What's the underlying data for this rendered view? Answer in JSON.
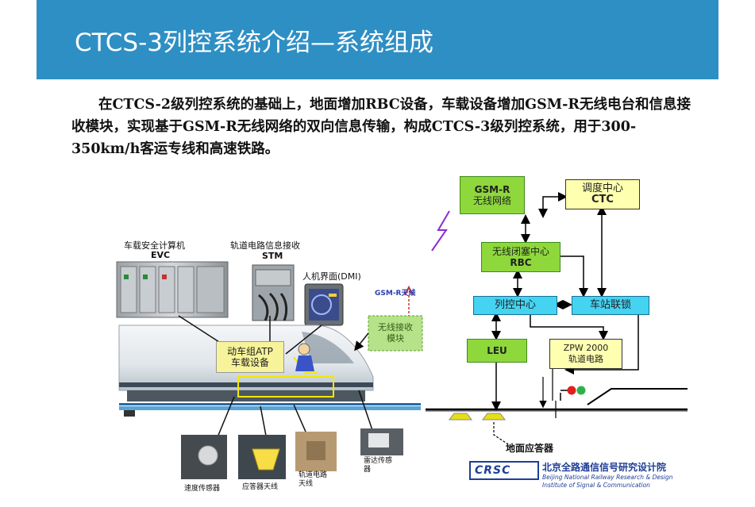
{
  "header": {
    "title": "CTCS-3列控系统介绍—系统组成",
    "color": "#2e8fc4"
  },
  "intro": "在CTCS-2级列控系统的基础上，地面增加RBC设备，车载设备增加GSM-R无线电台和信息接收模块，实现基于GSM-R无线网络的双向信息传输，构成CTCS-3级列控系统，用于300-350km/h客运专线和高速铁路。",
  "onboard": {
    "evc_label": "车载安全计算机",
    "evc_sub": "EVC",
    "stm_label": "轨道电路信息接收",
    "stm_sub": "STM",
    "dmi_label": "人机界面(DMI)",
    "gsmr_antenna_label": "GSM-R天线",
    "radio_module_line1": "无线接收",
    "radio_module_line2": "模块",
    "atp_line1": "动车组ATP",
    "atp_line2": "车载设备"
  },
  "sensors": {
    "speed_sensor": "速度传感器",
    "balise_antenna": "应答器天线",
    "track_circuit_antenna_line1": "轨道电路",
    "track_circuit_antenna_line2": "天线",
    "radar_sensor_line1": "雷达传感",
    "radar_sensor_line2": "器"
  },
  "wayside": {
    "gsmr_line1": "GSM-R",
    "gsmr_line2": "无线网络",
    "ctc_line1": "调度中心",
    "ctc_line2": "CTC",
    "rbc_line1": "无线闭塞中心",
    "rbc_line2": "RBC",
    "tcc": "列控中心",
    "ci": "车站联锁",
    "leu": "LEU",
    "zpw_line1": "ZPW 2000",
    "zpw_line2": "轨道电路",
    "balise_label": "地面应答器"
  },
  "logo": {
    "mark": "CRSC",
    "name_cn": "北京全路通信信号研究设计院",
    "name_en_line1": "Beijing National Railway Research & Design",
    "name_en_line2": "Institute of Signal & Communication"
  },
  "colors": {
    "green_box": "#8ed83b",
    "yellow_box": "#ffffb0",
    "cyan_box": "#45d3f2",
    "signal_red": "#e0201c",
    "signal_green": "#2fb14a",
    "logo_blue": "#1f3e96"
  }
}
